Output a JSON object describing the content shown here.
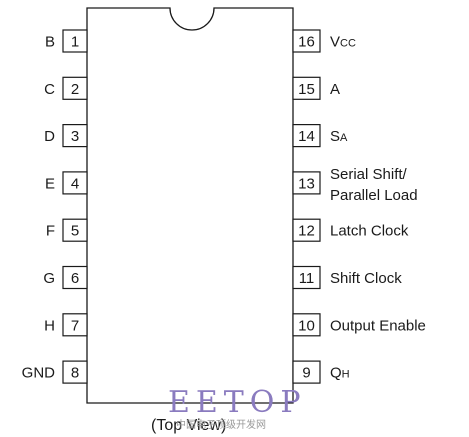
{
  "left_pins": [
    {
      "number": "1",
      "name": "B"
    },
    {
      "number": "2",
      "name": "C"
    },
    {
      "number": "3",
      "name": "D"
    },
    {
      "number": "4",
      "name": "E"
    },
    {
      "number": "5",
      "name": "F"
    },
    {
      "number": "6",
      "name": "G"
    },
    {
      "number": "7",
      "name": "H"
    },
    {
      "number": "8",
      "name": "GND"
    }
  ],
  "right_pins": [
    {
      "number": "16",
      "name": "V",
      "sub": "CC"
    },
    {
      "number": "15",
      "name": "A"
    },
    {
      "number": "14",
      "name": "S",
      "sub": "A"
    },
    {
      "number": "13",
      "name_lines": [
        "Serial Shift/",
        "Parallel Load"
      ]
    },
    {
      "number": "12",
      "name": "Latch Clock"
    },
    {
      "number": "11",
      "name": "Shift Clock"
    },
    {
      "number": "10",
      "name": "Output Enable"
    },
    {
      "number": "9",
      "name": "Q",
      "sub": "H"
    }
  ],
  "caption": "(Top View)",
  "watermark": {
    "brand": "EETOP",
    "tagline": "中国电子顶级开发网"
  }
}
